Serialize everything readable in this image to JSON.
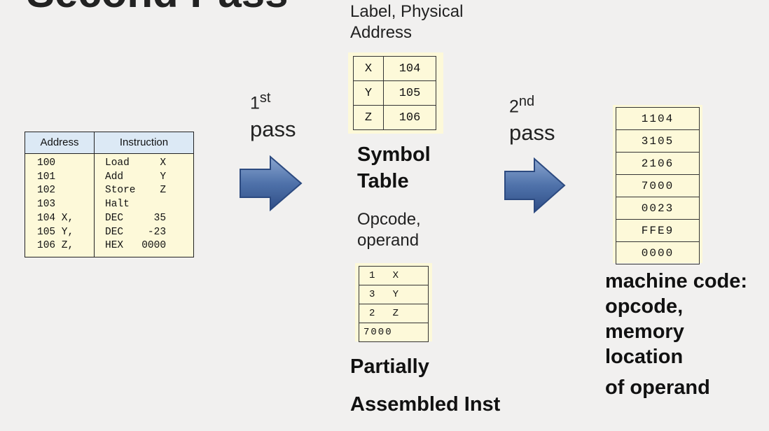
{
  "title": "Second Pass",
  "source_table": {
    "header": {
      "address": "Address",
      "instruction": "Instruction"
    },
    "addresses": [
      "100",
      "101",
      "102",
      "103",
      "104 X,",
      "105 Y,",
      "106 Z,"
    ],
    "instructions": [
      "Load     X",
      "Add      Y",
      "Store    Z",
      "Halt",
      "DEC     35",
      "DEC    -23",
      "HEX   0000"
    ]
  },
  "first_pass": {
    "num": "1",
    "sup": "st",
    "word": "pass"
  },
  "second_pass": {
    "num": "2",
    "sup": "nd",
    "word": "pass"
  },
  "symbol_table": {
    "caption_top": [
      "Label, Physical",
      "Address"
    ],
    "rows": [
      [
        "X",
        "104"
      ],
      [
        "Y",
        "105"
      ],
      [
        "Z",
        "106"
      ]
    ],
    "label": [
      "Symbol",
      "Table"
    ]
  },
  "partial": {
    "caption_top": [
      "Opcode,",
      "operand"
    ],
    "rows": [
      "1   X",
      "3   Y",
      "2   Z",
      "7000"
    ],
    "label": [
      "Partially",
      "Assembled Inst"
    ]
  },
  "machine_code": {
    "rows": [
      "1104",
      "3105",
      "2106",
      "7000",
      "0023",
      "FFE9",
      "0000"
    ],
    "label": [
      "machine code:",
      "opcode,",
      "memory",
      "location",
      "of operand"
    ]
  },
  "colors": {
    "background": "#f1f0ef",
    "cell_fill": "#fdf9d9",
    "header_fill": "#dce9f5",
    "arrow": "#3d5c93"
  }
}
